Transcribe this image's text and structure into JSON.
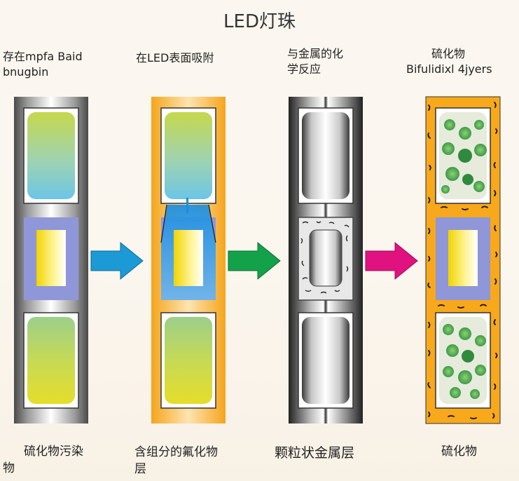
{
  "title": "LED灯珠",
  "steps": [
    {
      "top_line1": "存在mpfa Baid",
      "top_line2": "bnugbin",
      "bottom_line1": "硫化物污染",
      "bottom_line2": "物"
    },
    {
      "top_line1": "在LED表面吸附",
      "top_line2": "",
      "bottom_line1": "含组分的氟化物",
      "bottom_line2": "层"
    },
    {
      "top_line1": "与金属的化",
      "top_line2": "学反应",
      "bottom_line1": "颗粒状金属层",
      "bottom_line2": ""
    },
    {
      "top_line1": "硫化物",
      "top_line2": "Bifulidixl 4jyers",
      "bottom_line1": "硫化物",
      "bottom_line2": ""
    }
  ],
  "arrows": [
    {
      "icon": "arrow-right-icon",
      "color": "#1b9ad6"
    },
    {
      "icon": "arrow-right-icon",
      "color": "#13a24a"
    },
    {
      "icon": "arrow-right-icon",
      "color": "#e0127f"
    }
  ]
}
